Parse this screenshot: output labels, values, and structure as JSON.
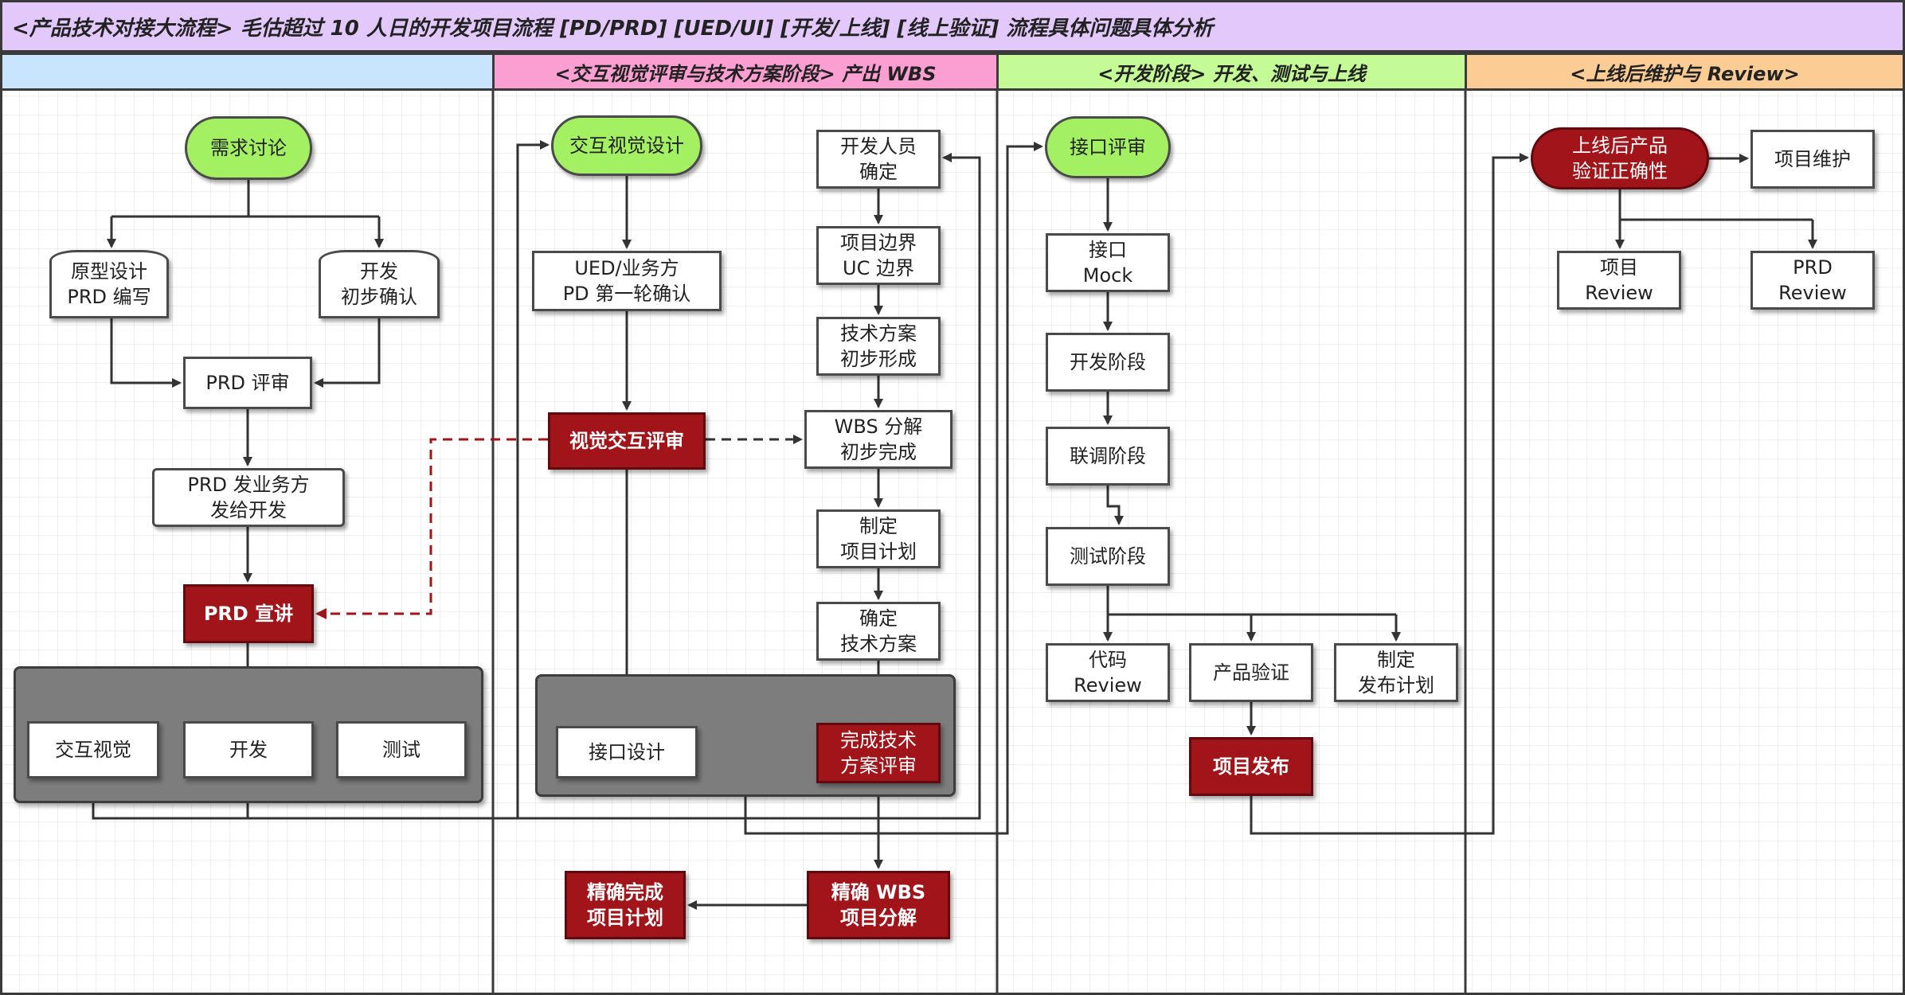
{
  "title": "<产品技术对接大流程> 毛估超过 10 人日的开发项目流程    [PD/PRD] [UED/UI] [开发/上线] [线上验证] 流程具体问题具体分析",
  "colors": {
    "title_bg": "#e3c8fb",
    "lane1_bg": "#c9e4fd",
    "lane2_bg": "#fb9fd2",
    "lane3_bg": "#c5fb97",
    "lane4_bg": "#fbcd94",
    "node_red": "#a0141a",
    "node_green": "#a4f063",
    "group_gray": "#7d7d7d",
    "dashed_red": "#a0141a"
  },
  "lanes": [
    {
      "label": ""
    },
    {
      "label": "<交互视觉评审与技术方案阶段> 产出 WBS"
    },
    {
      "label": "<开发阶段> 开发、测试与上线"
    },
    {
      "label": "<上线后维护与 Review>"
    }
  ],
  "nodes": {
    "req_discussion": "需求讨论",
    "prototype": "原型设计\nPRD 编写",
    "dev_confirm": "开发\n初步确认",
    "prd_review": "PRD 评审",
    "prd_send": "PRD 发业务方\n发给开发",
    "prd_presentation": "PRD 宣讲",
    "interaction_visual": "交互视觉",
    "dev": "开发",
    "test": "测试",
    "ixd_design": "交互视觉设计",
    "ued_confirm": "UED/业务方\nPD 第一轮确认",
    "visual_review": "视觉交互评审",
    "api_design": "接口设计",
    "dev_staff": "开发人员\n确定",
    "scope": "项目边界\nUC 边界",
    "tech_plan_init": "技术方案\n初步形成",
    "wbs_init": "WBS 分解\n初步完成",
    "make_plan": "制定\n项目计划",
    "confirm_tech": "确定\n技术方案",
    "tech_review_done": "完成技术\n方案评审",
    "precise_wbs": "精确 WBS\n项目分解",
    "precise_plan": "精确完成\n项目计划",
    "api_review": "接口评审",
    "api_mock": "接口\nMock",
    "dev_stage": "开发阶段",
    "integration": "联调阶段",
    "test_stage": "测试阶段",
    "code_review": "代码\nReview",
    "product_verify": "产品验证",
    "release_plan": "制定\n发布计划",
    "release": "项目发布",
    "post_verify": "上线后产品\n验证正确性",
    "maintenance": "项目维护",
    "project_review": "项目\nReview",
    "prd_review_final": "PRD\nReview"
  }
}
